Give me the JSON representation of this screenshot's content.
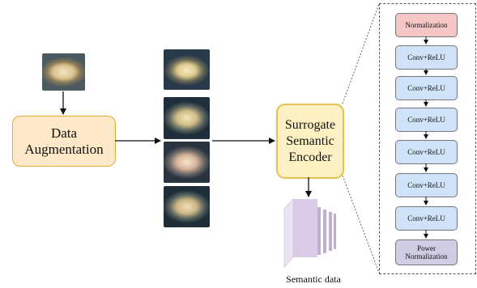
{
  "diagram": {
    "augmentation_label_line1": "Data",
    "augmentation_label_line2": "Augmentation",
    "encoder_label_line1": "Surrogate",
    "encoder_label_line2": "Semantic",
    "encoder_label_line3": "Encoder",
    "semantic_data_label": "Semantic data",
    "layers": [
      {
        "label": "Normalization",
        "kind": "norm"
      },
      {
        "label": "Conv+ReLU",
        "kind": "conv"
      },
      {
        "label": "Conv+ReLU",
        "kind": "conv"
      },
      {
        "label": "Conv+ReLU",
        "kind": "conv"
      },
      {
        "label": "Conv+ReLU",
        "kind": "conv"
      },
      {
        "label": "Conv+ReLU",
        "kind": "conv"
      },
      {
        "label": "Conv+ReLU",
        "kind": "conv"
      }
    ],
    "power_norm_line1": "Power",
    "power_norm_line2": "Normalization",
    "colors": {
      "augmentation_fill": "#fde8c7",
      "encoder_fill": "#fdf0c2",
      "normalization_fill": "#f4c6c6",
      "conv_fill": "#cfe2f7",
      "power_norm_fill": "#cfcde3",
      "semantic_data_fill": "#d9cbe6"
    }
  }
}
